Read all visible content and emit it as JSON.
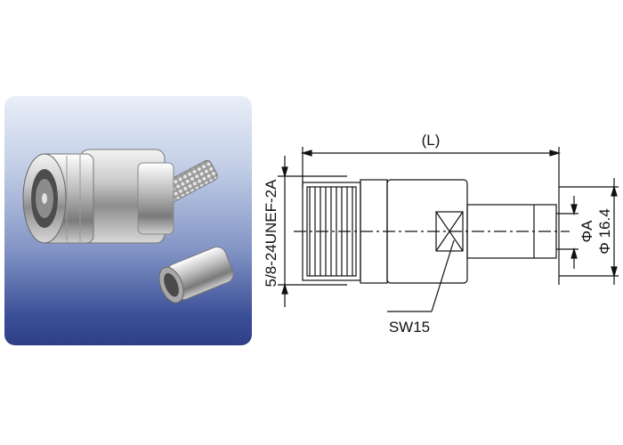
{
  "dimensions": {
    "length": "(L)",
    "thread": "5/8-24UNEF-2A",
    "diameter_a": "ΦA",
    "diameter_body": "Φ 16.4",
    "wrench": "SW15"
  },
  "colors": {
    "panel_top": "#e9eef8",
    "panel_bottom": "#2e3f86",
    "line": "#111111"
  }
}
